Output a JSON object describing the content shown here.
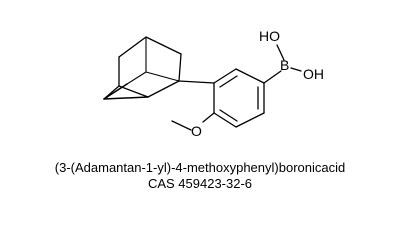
{
  "molecule": {
    "atom_labels": {
      "hydroxyl_top": "HO",
      "boron": "B",
      "hydroxyl_right": "OH",
      "methoxy_oxygen": "O"
    },
    "name": "(3-(Adamantan-1-yl)-4-methoxyphenyl)boronicacid",
    "cas": "CAS  459423-32-6"
  }
}
